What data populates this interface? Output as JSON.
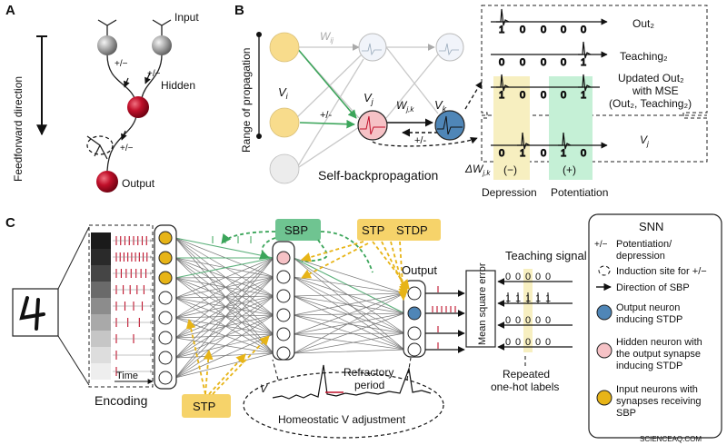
{
  "colors": {
    "red_neuron": "#c0102a",
    "gray_neuron": "#a8a8a8",
    "yellow_neuron": "#f8dc8c",
    "pink_neuron": "#f6c2c6",
    "blue_neuron": "#4f86b7",
    "green_arrow": "#3ba55a",
    "yellow_arrow": "#e7b417",
    "sbp_box": "#6fc491",
    "stp_box": "#f6d36a",
    "depression_band": "#f7efc0",
    "potentiation_band": "#c5f0d6"
  },
  "panel_a": {
    "label": "A",
    "input": "Input",
    "hidden": "Hidden",
    "output": "Output",
    "pm1": "+/−",
    "pm2": "+/−",
    "pm3": "+/−",
    "direction": "Feedforward direction"
  },
  "panel_b": {
    "label": "B",
    "range": "Range of propagation",
    "wij": "W",
    "wij_sub": "ij",
    "vi": "V",
    "vi_sub": "i",
    "vj": "V",
    "vj_sub": "j",
    "wjk": "W",
    "wjk_sub": "j,k",
    "vk": "V",
    "vk_sub": "k",
    "pm_left": "+/-",
    "pm_right": "+/-",
    "self_bp": "Self-backpropagation",
    "out2": "Out₂",
    "teaching2": "Teaching₂",
    "updated_1": "Updated Out₂",
    "updated_2": "with MSE",
    "updated_3": "(Out₂, Teaching₂)",
    "vj_row": "V",
    "vj_row_sub": "j",
    "bits_out": [
      "1",
      "0",
      "0",
      "0",
      "0"
    ],
    "bits_teach": [
      "0",
      "0",
      "0",
      "0",
      "1"
    ],
    "bits_upd": [
      "1",
      "0",
      "0",
      "0",
      "1"
    ],
    "bits_vj": [
      "0",
      "1",
      "0",
      "1",
      "0"
    ],
    "delta_w": "ΔW",
    "delta_w_sub": "j,k",
    "minus": "(−)",
    "plus": "(+)",
    "depression": "Depression",
    "potentiation": "Potentiation"
  },
  "panel_c": {
    "label": "C",
    "time": "Time",
    "encoding": "Encoding",
    "sbp": "SBP",
    "stp_top": "STP",
    "stdp": "STDP",
    "stp_bottom": "STP",
    "output": "Output",
    "teaching_signal": "Teaching signal",
    "mse": "Mean square error",
    "teach_rows": [
      [
        "0",
        "0",
        "0",
        "0",
        "0"
      ],
      [
        "1",
        "1",
        "1",
        "1",
        "1"
      ],
      [
        "0",
        "0",
        "0",
        "0",
        "0"
      ],
      [
        "0",
        "0",
        "0",
        "0",
        "0"
      ]
    ],
    "repeated_1": "Repeated",
    "repeated_2": "one-hot labels",
    "refractory_1": "Refractory",
    "refractory_2": "period",
    "v": "V",
    "homeostatic": "Homeostatic V adjustment"
  },
  "legend": {
    "title": "SNN",
    "pm_symbol": "+/−",
    "pm_1": "Potentiation/",
    "pm_2": "depression",
    "induction": "Induction site for +/−",
    "direction": "Direction of SBP",
    "out_1": "Output neuron",
    "out_2": "inducing STDP",
    "hid_1": "Hidden neuron with",
    "hid_2": "the output synapse",
    "hid_3": "inducing STDP",
    "in_1": "Input neurons with",
    "in_2": "synapses receiving",
    "in_3": "SBP"
  },
  "watermark": "SCIENCEAQ.COM"
}
